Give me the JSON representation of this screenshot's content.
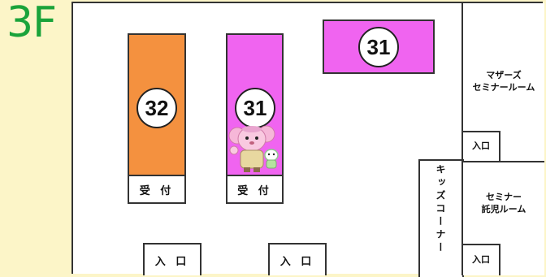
{
  "floor": "3F",
  "booths": {
    "b32": {
      "number": "32",
      "color": "#f4913f"
    },
    "b31_left": {
      "number": "31",
      "color": "#f064f0"
    },
    "b31_top": {
      "number": "31",
      "color": "#f064f0"
    }
  },
  "reception": {
    "left": "受 付",
    "mid": "受 付"
  },
  "rooms": {
    "mothers_seminar": "マザーズ\nセミナールーム",
    "seminar_childcare": "セミナー\n託児ルーム",
    "kids_corner": "キッズコーナー"
  },
  "entrances": {
    "bottom_left": "入 口",
    "bottom_mid": "入 口",
    "mothers_room": "入口",
    "seminar_room": "入口"
  }
}
